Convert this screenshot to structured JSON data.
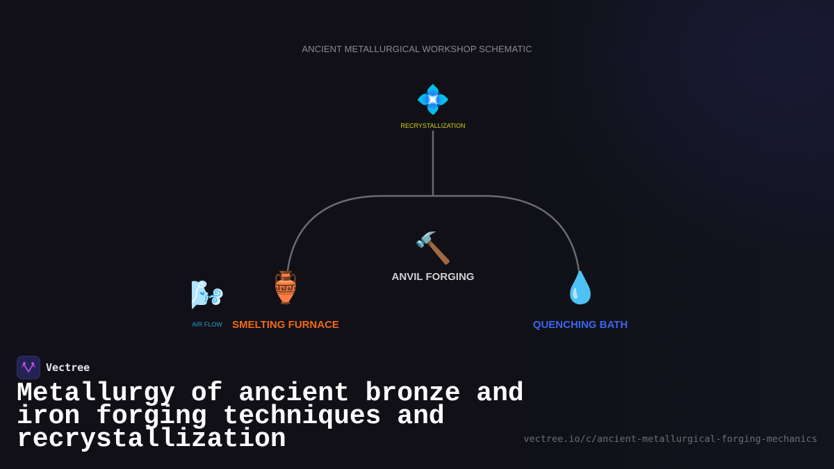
{
  "schematic": {
    "title": "ANCIENT METALLURGICAL WORKSHOP SCHEMATIC",
    "edge_color": "#6a6a70",
    "nodes": [
      {
        "id": "recrystallization",
        "label": "RECRYSTALLIZATION",
        "icon": "💠",
        "icon_name": "diamond-crystal-icon",
        "color": "#d6d21a",
        "role": "root"
      },
      {
        "id": "anvil_forging",
        "label": "ANVIL FORGING",
        "icon": "🔨",
        "icon_name": "hammer-icon",
        "color": "#cfcfd4",
        "role": "center"
      },
      {
        "id": "smelting_furnace",
        "label": "SMELTING FURNACE",
        "icon": "🏺",
        "icon_name": "amphora-icon",
        "color": "#f46a14",
        "role": "left-leaf"
      },
      {
        "id": "air_flow",
        "label": "AIR FLOW",
        "icon": "🌬️",
        "icon_name": "wind-face-icon",
        "color": "#2c9fd0",
        "role": "auxiliary"
      },
      {
        "id": "quenching_bath",
        "label": "QUENCHING BATH",
        "icon": "💧",
        "icon_name": "droplet-icon",
        "color": "#3c66ee",
        "role": "right-leaf"
      }
    ],
    "edges": [
      {
        "from": "recrystallization",
        "to": "smelting_furnace"
      },
      {
        "from": "recrystallization",
        "to": "quenching_bath"
      }
    ]
  },
  "brand": {
    "name": "Vectree",
    "logo_color": "#b04be0"
  },
  "headline": "Metallurgy of ancient bronze and iron forging techniques and recrystallization",
  "url": "vectree.io/c/ancient-metallurgical-forging-mechanics"
}
